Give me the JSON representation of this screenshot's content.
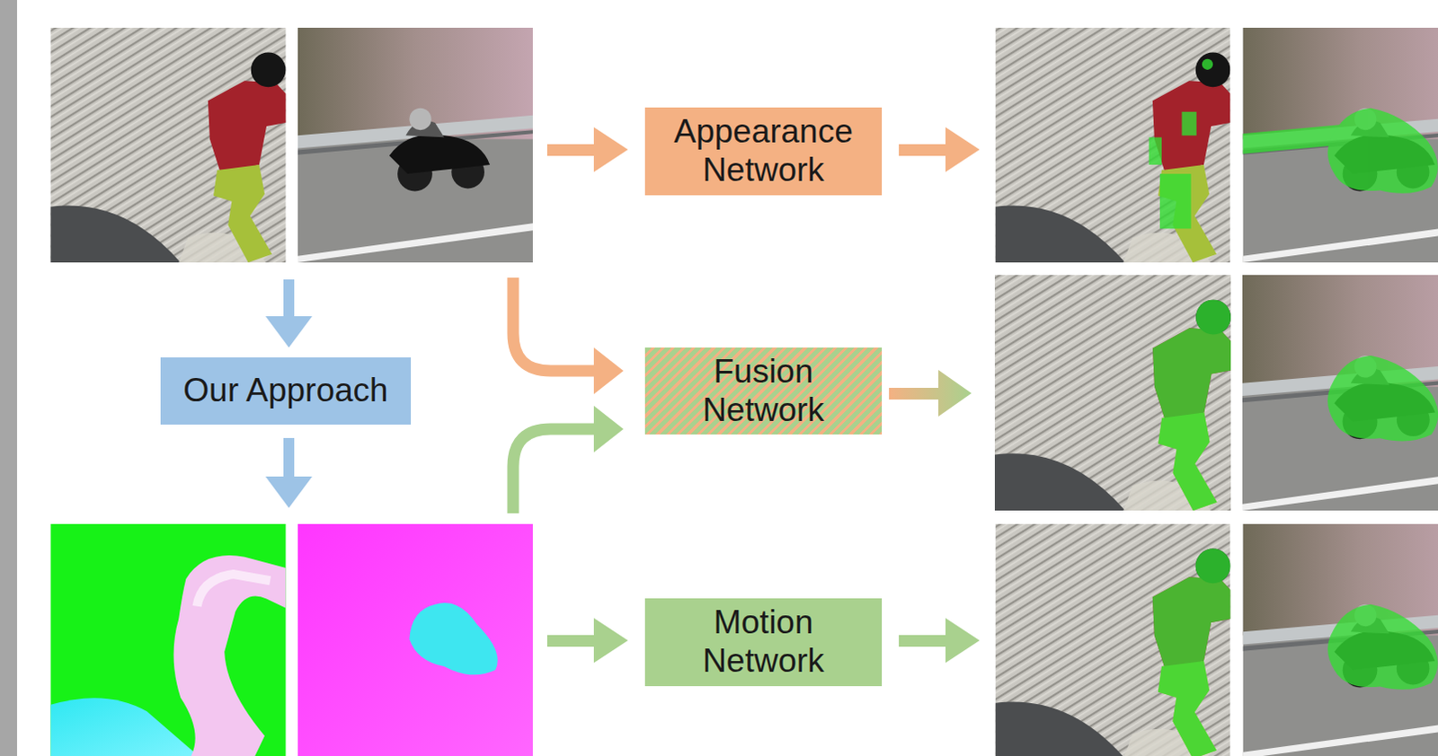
{
  "diagram": {
    "nodes": [
      {
        "text": [
          "Appearance Network"
        ]
      },
      {
        "text": [
          "Our Approach"
        ]
      },
      {
        "text": [
          "Fusion Network"
        ]
      },
      {
        "text": [
          "Motion Network"
        ]
      }
    ]
  }
}
